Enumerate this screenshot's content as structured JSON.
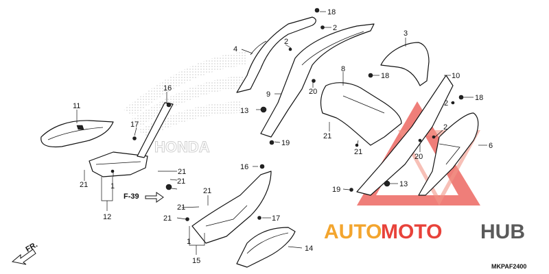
{
  "diagram": {
    "part_labels": {
      "l1": "1",
      "l2": "2",
      "l3": "3",
      "l4": "4",
      "l6": "6",
      "l8": "8",
      "l9": "9",
      "l10": "10",
      "l11": "11",
      "l12": "12",
      "l13": "13",
      "l14": "14",
      "l15": "15",
      "l16": "16",
      "l17": "17",
      "l18": "18",
      "l19": "19",
      "l20": "20",
      "l21": "21"
    },
    "reference": "F-39",
    "front_marker": "FR.",
    "diagram_code": "MKPAF2400",
    "background_brand": "HONDA"
  },
  "watermark": {
    "text_auto": "AUTO",
    "text_moto": "MOTO",
    "text_hub": "HUB",
    "colors": {
      "orange": "#f3a52e",
      "red": "#e8423a",
      "gray": "#5a5a5a"
    }
  }
}
